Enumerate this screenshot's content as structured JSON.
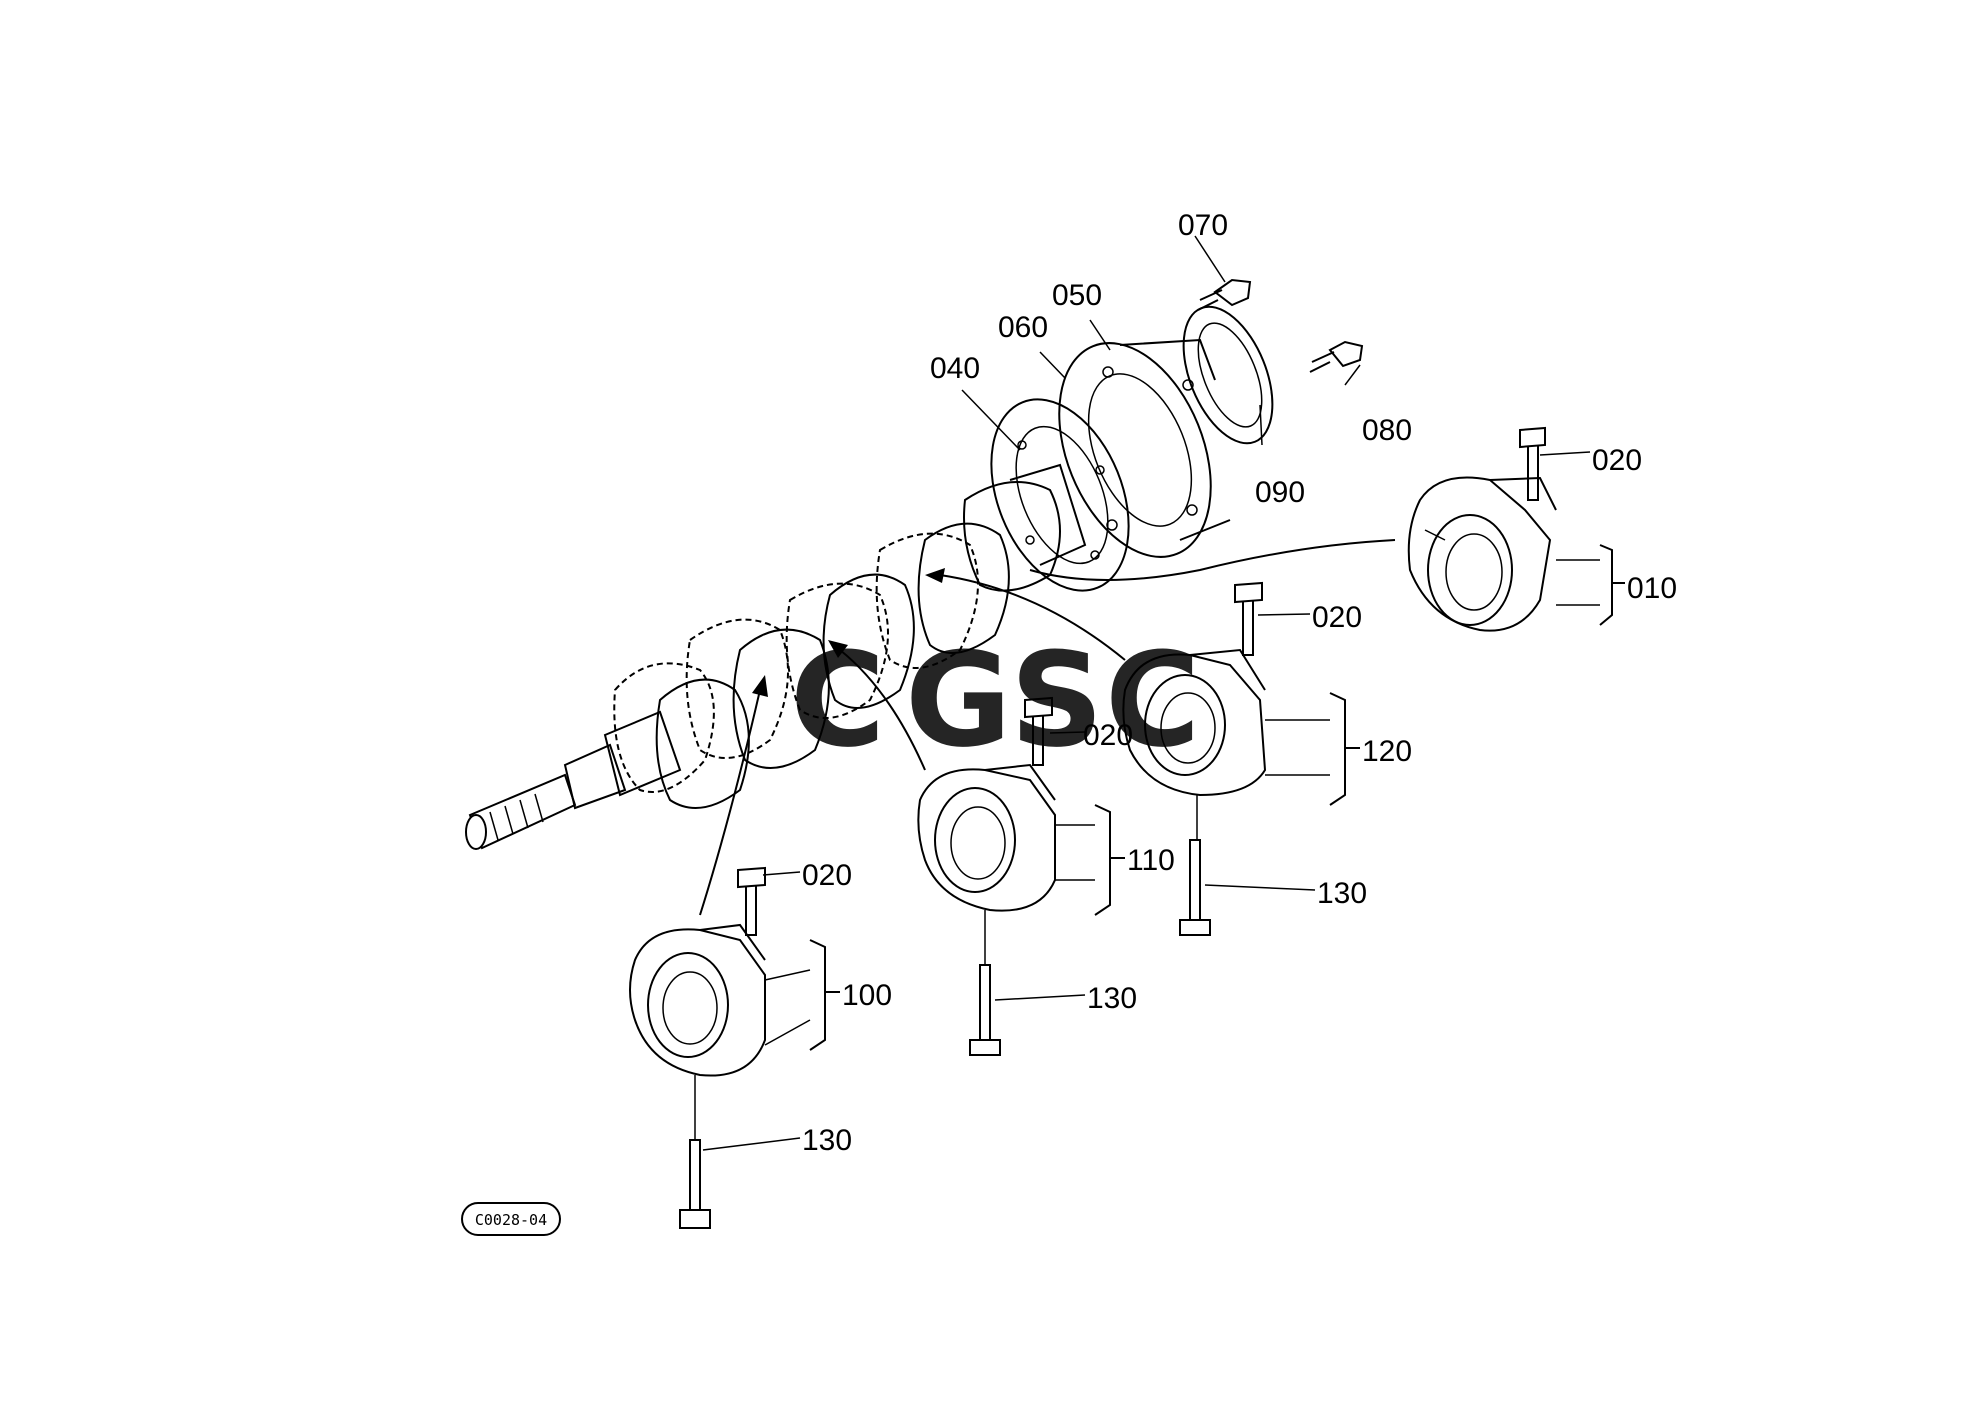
{
  "callouts": {
    "c070": "070",
    "c050": "050",
    "c060": "060",
    "c040": "040",
    "c080": "080",
    "c090": "090",
    "c020a": "020",
    "c010": "010",
    "c020b": "020",
    "c120": "120",
    "c020c": "020",
    "c110": "110",
    "c130a": "130",
    "c020d": "020",
    "c100": "100",
    "c130b": "130",
    "c130c": "130"
  },
  "reference_code": "C0028-04",
  "watermark": {
    "letters": [
      "C",
      "G",
      "S",
      "C"
    ],
    "colors": [
      "#4f8ef5",
      "#f07070",
      "#f5d24a",
      "#4fb06a"
    ]
  }
}
